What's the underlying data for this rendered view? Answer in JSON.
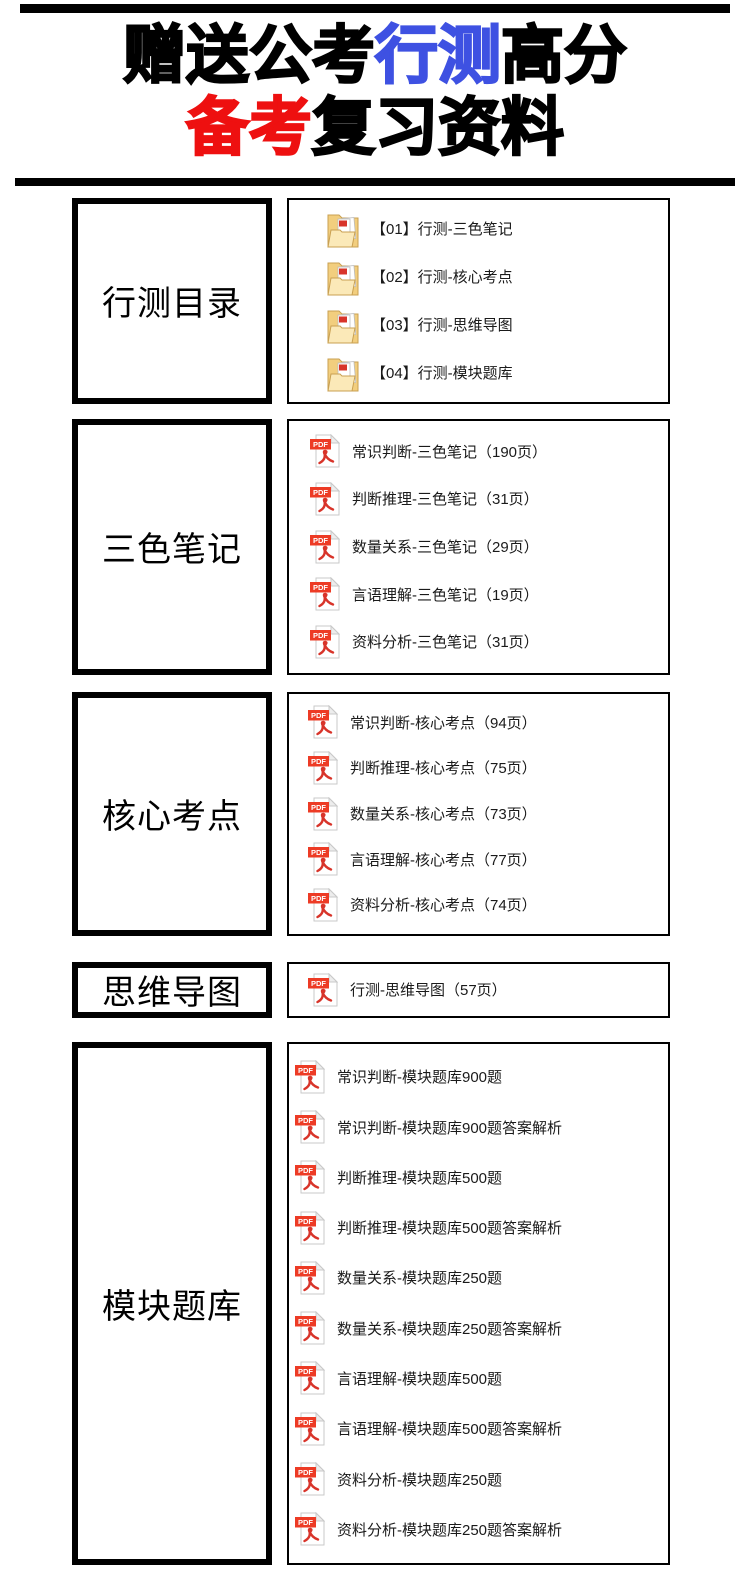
{
  "page": {
    "background": "#ffffff"
  },
  "colors": {
    "bar_black": "#000000",
    "title_blue": "#3E51E2",
    "title_red": "#EE1010",
    "pdf_banner_red": "#ED3B25",
    "pdf_glyph_red": "#D8342A",
    "folder_yellow": "#F2CE7E",
    "folder_light": "#FBE9B8"
  },
  "title": {
    "lines": [
      {
        "parts": [
          {
            "text": "赠送公考",
            "color": "#000000"
          },
          {
            "text": "行测",
            "color": "#3E51E2"
          },
          {
            "text": "高分",
            "color": "#000000"
          }
        ]
      },
      {
        "parts": [
          {
            "text": "备考",
            "color": "#EE1010"
          },
          {
            "text": "复习资料",
            "color": "#000000"
          }
        ]
      }
    ]
  },
  "sections": [
    {
      "label": "行测目录",
      "icon": "folder",
      "items": [
        "【01】行测-三色笔记",
        "【02】行测-核心考点",
        "【03】行测-思维导图",
        "【04】行测-模块题库"
      ]
    },
    {
      "label": "三色笔记",
      "icon": "pdf",
      "items": [
        "常识判断-三色笔记（190页）",
        "判断推理-三色笔记（31页）",
        "数量关系-三色笔记（29页）",
        "言语理解-三色笔记（19页）",
        "资料分析-三色笔记（31页）"
      ]
    },
    {
      "label": "核心考点",
      "icon": "pdf",
      "items": [
        "常识判断-核心考点（94页）",
        "判断推理-核心考点（75页）",
        "数量关系-核心考点（73页）",
        "言语理解-核心考点（77页）",
        "资料分析-核心考点（74页）"
      ]
    },
    {
      "label": "思维导图",
      "icon": "pdf",
      "items": [
        "行测-思维导图（57页）"
      ]
    },
    {
      "label": "模块题库",
      "icon": "pdf",
      "items": [
        "常识判断-模块题库900题",
        "常识判断-模块题库900题答案解析",
        "判断推理-模块题库500题",
        "判断推理-模块题库500题答案解析",
        "数量关系-模块题库250题",
        "数量关系-模块题库250题答案解析",
        "言语理解-模块题库500题",
        "言语理解-模块题库500题答案解析",
        "资料分析-模块题库250题",
        "资料分析-模块题库250题答案解析"
      ]
    }
  ]
}
